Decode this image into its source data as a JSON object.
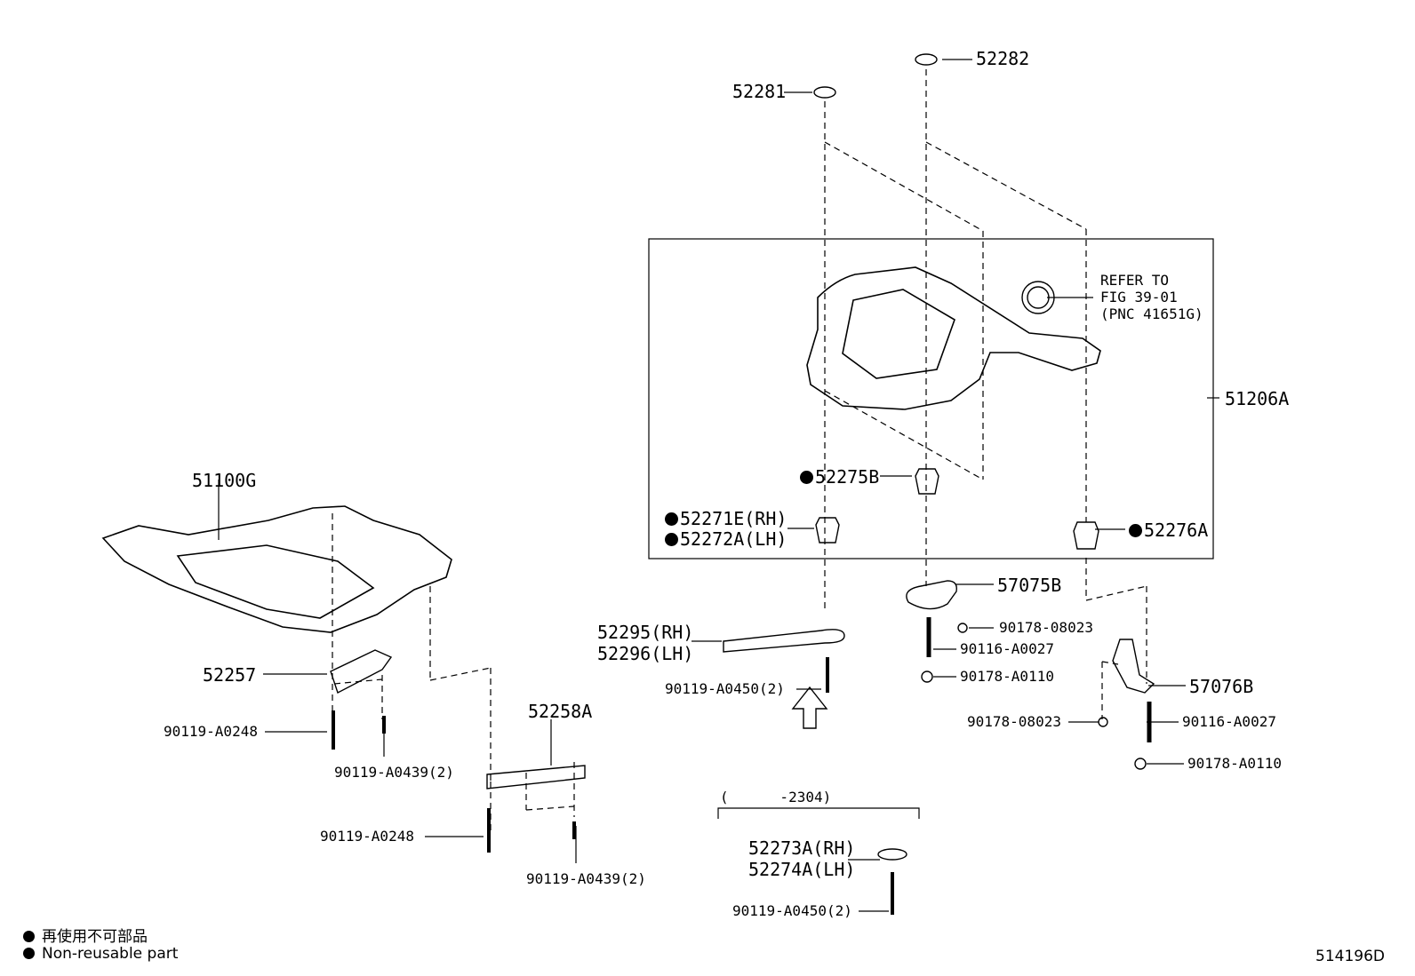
{
  "parts": {
    "p52282": "52282",
    "p52281": "52281",
    "refer_line1": "REFER TO",
    "refer_line2": "FIG 39-01",
    "refer_line3": "(PNC 41651G)",
    "p51206A": "51206A",
    "p52275B": "52275B",
    "p52271E": "52271E(RH)",
    "p52272A": "52272A(LH)",
    "p52276A": "52276A",
    "p57075B": "57075B",
    "p90178_08023_a": "90178-08023",
    "p90116_A0027_a": "90116-A0027",
    "p90178_A0110_a": "90178-A0110",
    "p57076B": "57076B",
    "p90178_08023_b": "90178-08023",
    "p90116_A0027_b": "90116-A0027",
    "p90178_A0110_b": "90178-A0110",
    "p52295": "52295(RH)",
    "p52296": "52296(LH)",
    "p90119_A0450_a": "90119-A0450(2)",
    "range": "(      -2304)",
    "p52273A": "52273A(RH)",
    "p52274A": "52274A(LH)",
    "p90119_A0450_b": "90119-A0450(2)",
    "p51100G": "51100G",
    "p52257": "52257",
    "p90119_A0248_a": "90119-A0248",
    "p90119_A0439_a": "90119-A0439(2)",
    "p52258A": "52258A",
    "p90119_A0248_b": "90119-A0248",
    "p90119_A0439_b": "90119-A0439(2)"
  },
  "legend": {
    "jp": "再使用不可部品",
    "en": "Non-reusable part"
  },
  "figure_id": "514196D"
}
